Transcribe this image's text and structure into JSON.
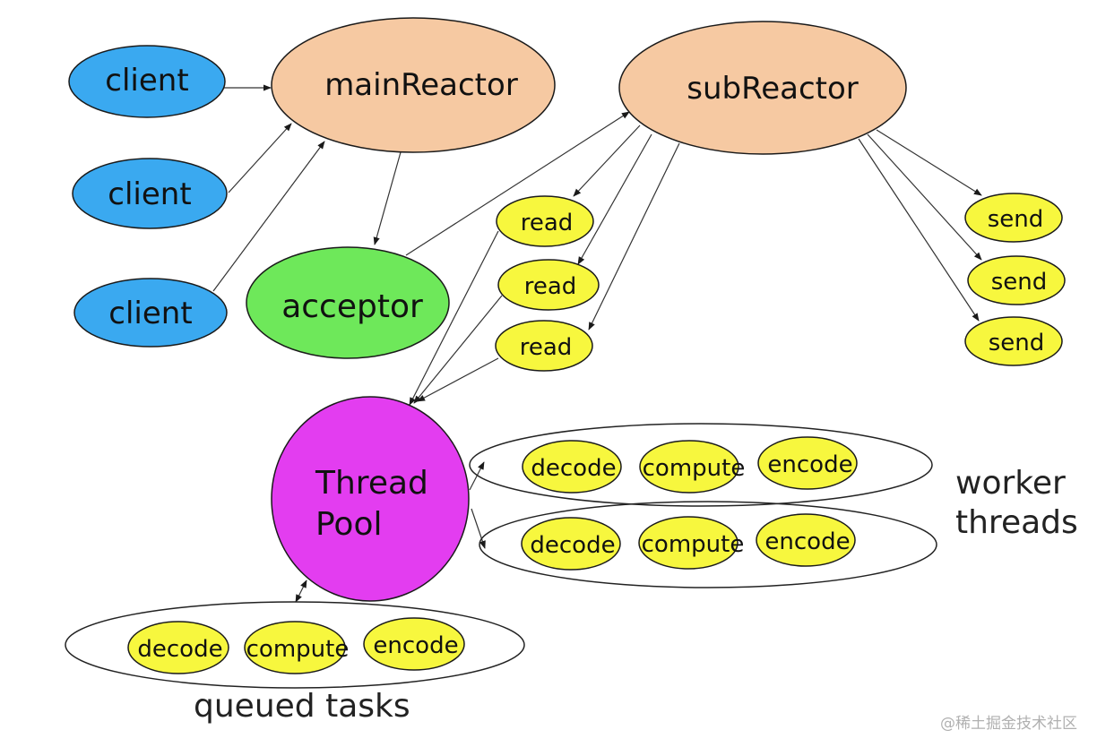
{
  "nodes": {
    "client_1": "client",
    "client_2": "client",
    "client_3": "client",
    "main_reactor": "mainReactor",
    "sub_reactor": "subReactor",
    "acceptor": "acceptor",
    "read_1": "read",
    "read_2": "read",
    "read_3": "read",
    "send_1": "send",
    "send_2": "send",
    "send_3": "send",
    "thread_pool_line1": "Thread",
    "thread_pool_line2": "Pool"
  },
  "worker_threads": {
    "label_line1": "worker",
    "label_line2": "threads",
    "rows": [
      [
        "decode",
        "compute",
        "encode"
      ],
      [
        "decode",
        "compute",
        "encode"
      ]
    ]
  },
  "queued_tasks": {
    "label": "queued tasks",
    "items": [
      "decode",
      "compute",
      "encode"
    ]
  },
  "watermark": "@稀土掘金技术社区",
  "colors": {
    "client": "#3aa9f0",
    "reactor": "#f6c9a2",
    "acceptor": "#6ee85a",
    "task": "#f7f73e",
    "thread_pool": "#e33df0",
    "stroke": "#1a1a1a"
  }
}
